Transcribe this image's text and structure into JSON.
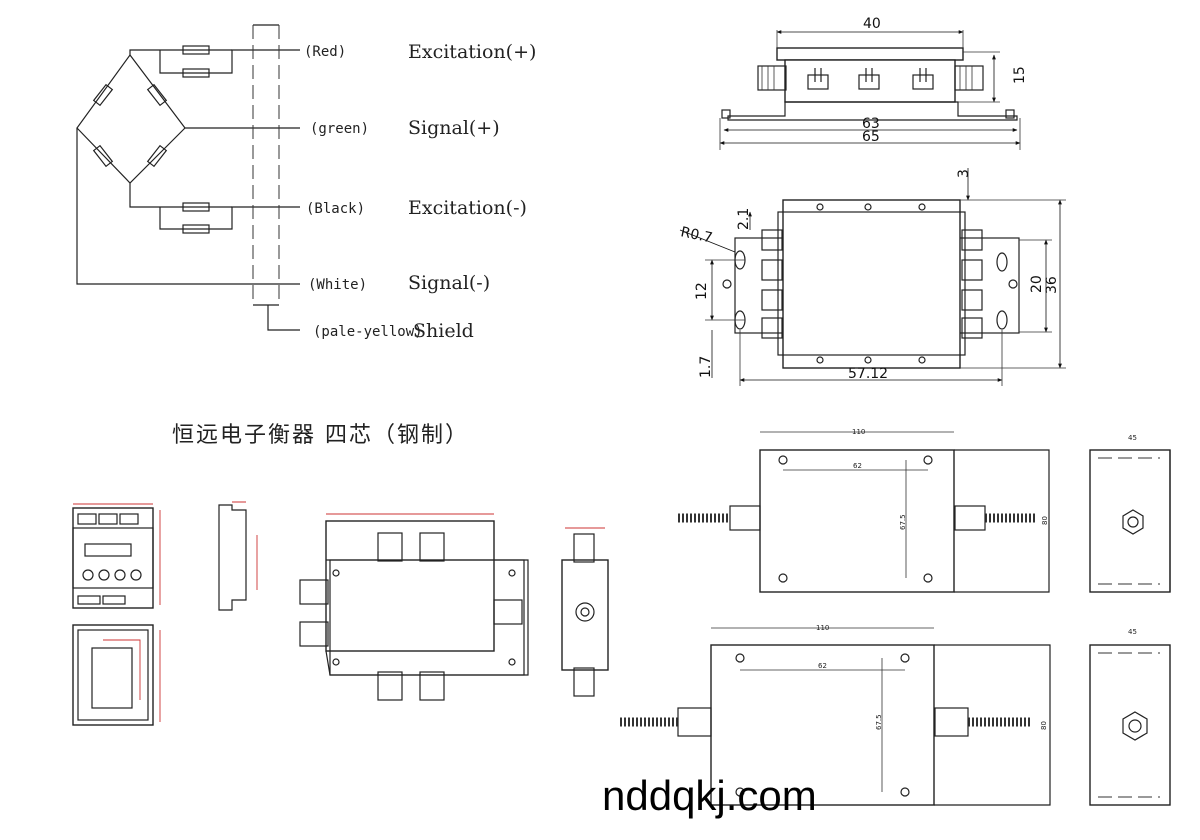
{
  "wiring": {
    "wires": [
      {
        "color_label": "(Red)",
        "signal": "Excitation(+)"
      },
      {
        "color_label": "(green)",
        "signal": "Signal(+)"
      },
      {
        "color_label": "(Black)",
        "signal": "Excitation(-)"
      },
      {
        "color_label": "(White)",
        "signal": "Signal(-)"
      },
      {
        "color_label": "(pale-yellow)",
        "signal": "Shield"
      }
    ]
  },
  "title": "恒远电子衡器 四芯（钢制）",
  "top_box": {
    "dims": {
      "width_top": "40",
      "height": "15",
      "width_mid": "63",
      "width_base": "65"
    }
  },
  "plan_box": {
    "dims": {
      "top_offset": "3",
      "slot_gap": "2.1",
      "radius": "R0.7",
      "hole_pitch": "12",
      "bottom_gap": "1.7",
      "inner_height": "20",
      "outer_height": "36",
      "hole_span": "57.12"
    }
  },
  "lower_boxes": {
    "upper": {
      "length": "110",
      "hole_span": "62",
      "hole_pitch": "67.5",
      "height": "80",
      "side_width": "45"
    },
    "lower": {
      "length": "110",
      "hole_span": "62",
      "hole_pitch": "67.5",
      "height": "80",
      "side_width": "45"
    }
  },
  "watermark": "nddqkj.com"
}
